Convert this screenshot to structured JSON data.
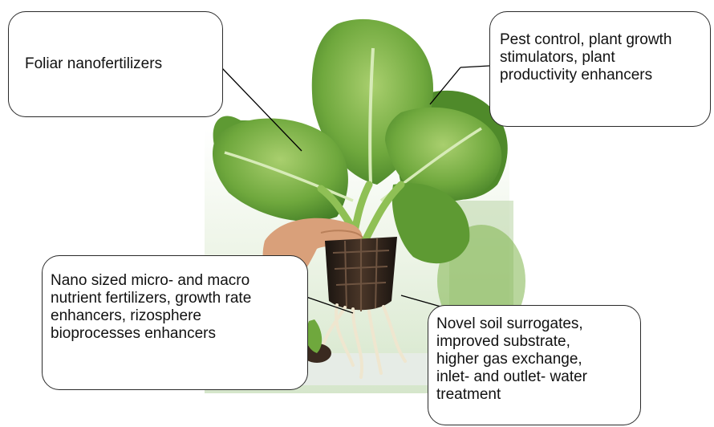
{
  "callouts": {
    "foliar": "Foliar nanofertilizers",
    "pest": "Pest control, plant growth\nstimulators, plant\nproductivity enhancers",
    "nano": "Nano sized micro- and macro\nnutrient fertilizers, growth rate\nenhancers, rizosphere\nbioprocesses enhancers",
    "soil": "Novel soil surrogates,\nimproved substrate,\nhigher gas exchange,\ninlet- and outlet- water\ntreatment"
  },
  "colors": {
    "leaf_dark": "#3f7a24",
    "leaf_mid": "#6fa83d",
    "leaf_light": "#a9cf6e",
    "background_green": "#d9ead0",
    "hand": "#d9a07a",
    "pot": "#2a1f1a",
    "roots": "#efe6cf",
    "border": "#2a2a2a"
  }
}
